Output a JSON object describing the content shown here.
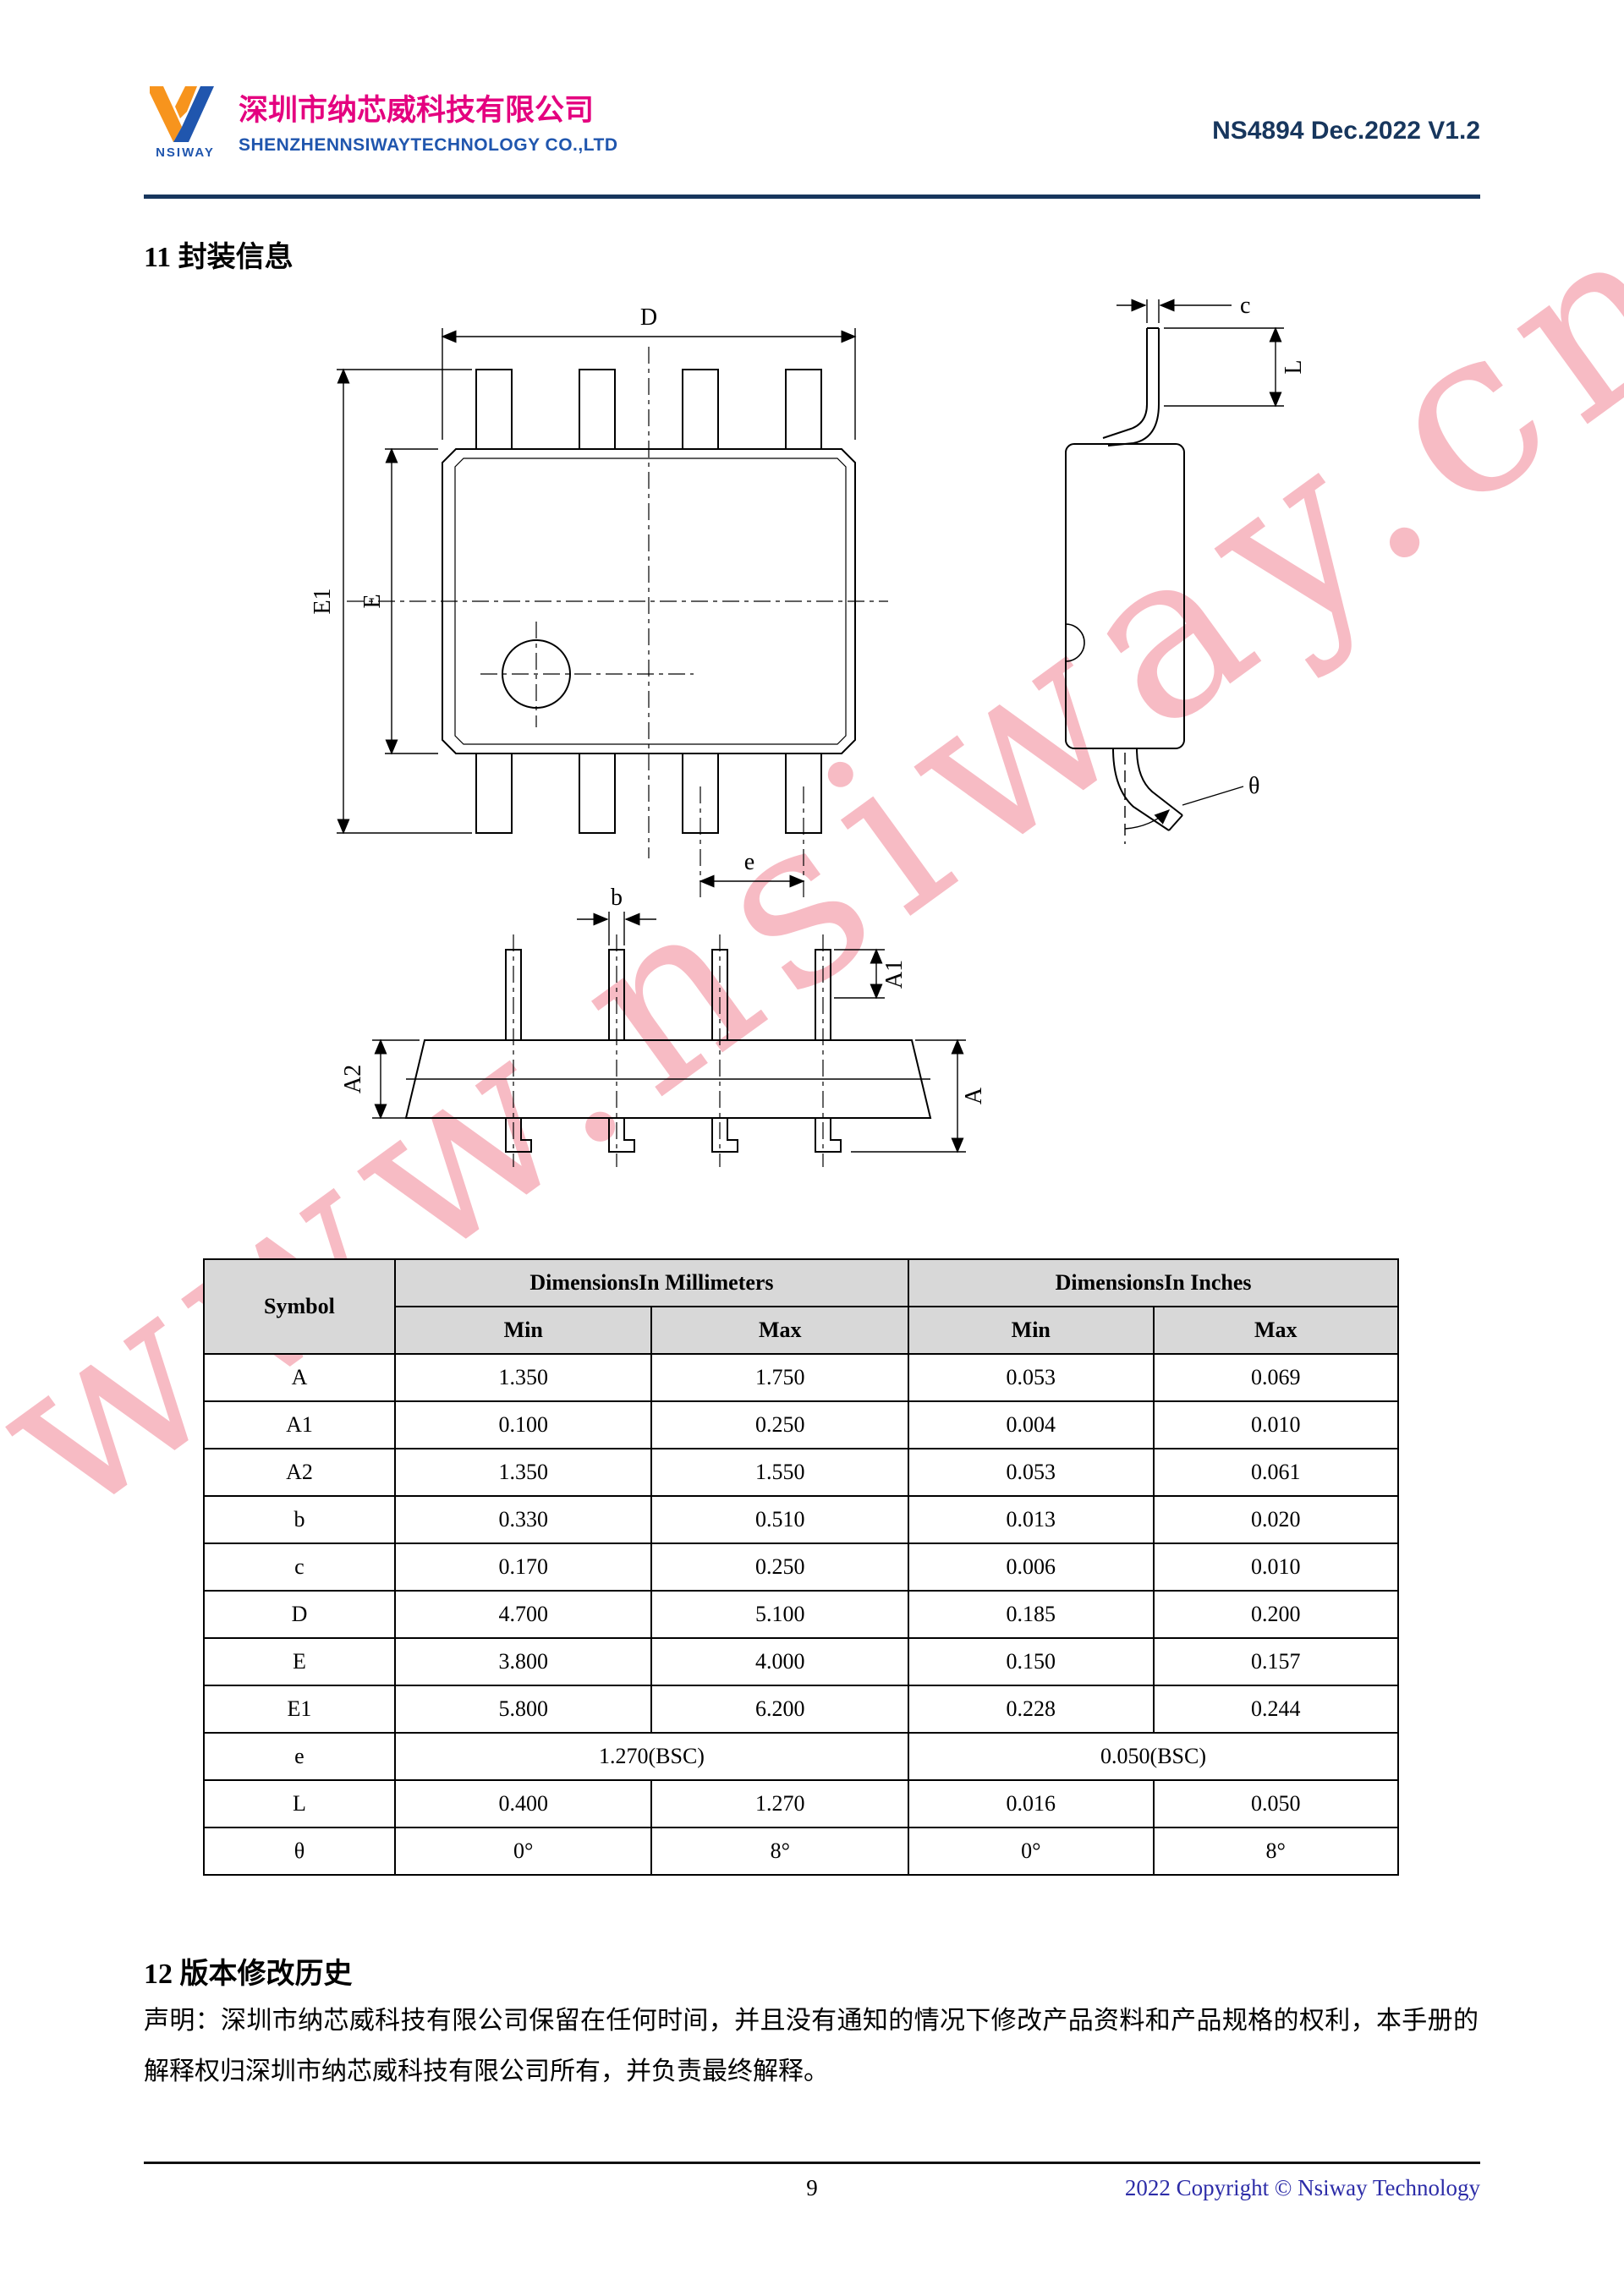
{
  "watermark": "www.nsiway.cn",
  "header": {
    "logo_text": "NSIWAY",
    "company_cn": "深圳市纳芯威科技有限公司",
    "company_en": "SHENZHENNSIWAYTECHNOLOGY CO.,LTD",
    "doc_ref": "NS4894 Dec.2022 V1.2"
  },
  "sections": {
    "s11": "11 封装信息",
    "s12": "12 版本修改历史"
  },
  "drawing_labels": {
    "D": "D",
    "E1": "E1",
    "E": "E",
    "e": "e",
    "c": "c",
    "L": "L",
    "theta": "θ",
    "b": "b",
    "A1": "A1",
    "A2": "A2",
    "A": "A"
  },
  "table": {
    "col_symbol": "Symbol",
    "group_mm": "DimensionsIn Millimeters",
    "group_in": "DimensionsIn Inches",
    "min": "Min",
    "max": "Max",
    "rows": [
      {
        "symbol": "A",
        "mm_min": "1.350",
        "mm_max": "1.750",
        "in_min": "0.053",
        "in_max": "0.069"
      },
      {
        "symbol": "A1",
        "mm_min": "0.100",
        "mm_max": "0.250",
        "in_min": "0.004",
        "in_max": "0.010"
      },
      {
        "symbol": "A2",
        "mm_min": "1.350",
        "mm_max": "1.550",
        "in_min": "0.053",
        "in_max": "0.061"
      },
      {
        "symbol": "b",
        "mm_min": "0.330",
        "mm_max": "0.510",
        "in_min": "0.013",
        "in_max": "0.020"
      },
      {
        "symbol": "c",
        "mm_min": "0.170",
        "mm_max": "0.250",
        "in_min": "0.006",
        "in_max": "0.010"
      },
      {
        "symbol": "D",
        "mm_min": "4.700",
        "mm_max": "5.100",
        "in_min": "0.185",
        "in_max": "0.200"
      },
      {
        "symbol": "E",
        "mm_min": "3.800",
        "mm_max": "4.000",
        "in_min": "0.150",
        "in_max": "0.157"
      },
      {
        "symbol": "E1",
        "mm_min": "5.800",
        "mm_max": "6.200",
        "in_min": "0.228",
        "in_max": "0.244"
      },
      {
        "symbol": "e",
        "mm_span": "1.270(BSC)",
        "in_span": "0.050(BSC)"
      },
      {
        "symbol": "L",
        "mm_min": "0.400",
        "mm_max": "1.270",
        "in_min": "0.016",
        "in_max": "0.050"
      },
      {
        "symbol": "θ",
        "mm_min": "0°",
        "mm_max": "8°",
        "in_min": "0°",
        "in_max": "8°"
      }
    ]
  },
  "statement": "声明：深圳市纳芯威科技有限公司保留在任何时间，并且没有通知的情况下修改产品资料和产品规格的权利，本手册的解释权归深圳市纳芯威科技有限公司所有，并负责最终解释。",
  "footer": {
    "page_number": "9",
    "copyright": "2022 Copyright © Nsiway Technology"
  }
}
